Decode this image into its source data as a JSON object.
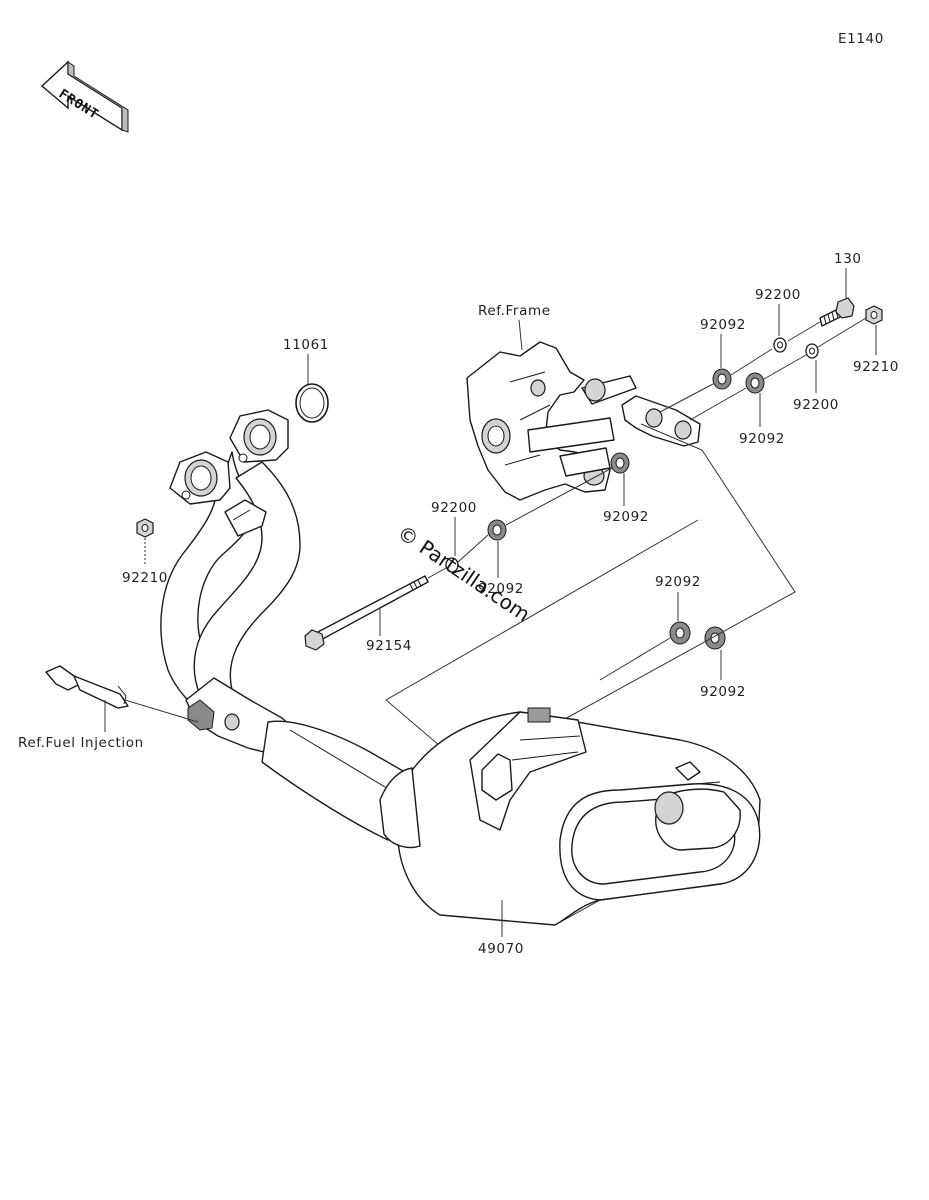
{
  "diagram_code": "E1140",
  "front_label": "FRONT",
  "watermark": "© Partzilla.com",
  "references": {
    "frame": "Ref.Frame",
    "fuel_injection": "Ref.Fuel Injection"
  },
  "callouts": {
    "p130": "130",
    "p92200_top": "92200",
    "p92092_top": "92092",
    "p92210_right": "92210",
    "p92200_right": "92200",
    "p92092_right": "92092",
    "p92092_mid": "92092",
    "p11061": "11061",
    "p92200_left": "92200",
    "p92092_wm": "92092",
    "p92210_left": "92210",
    "p92154": "92154",
    "p92092_low1": "92092",
    "p92092_low2": "92092",
    "p49070": "49070"
  }
}
